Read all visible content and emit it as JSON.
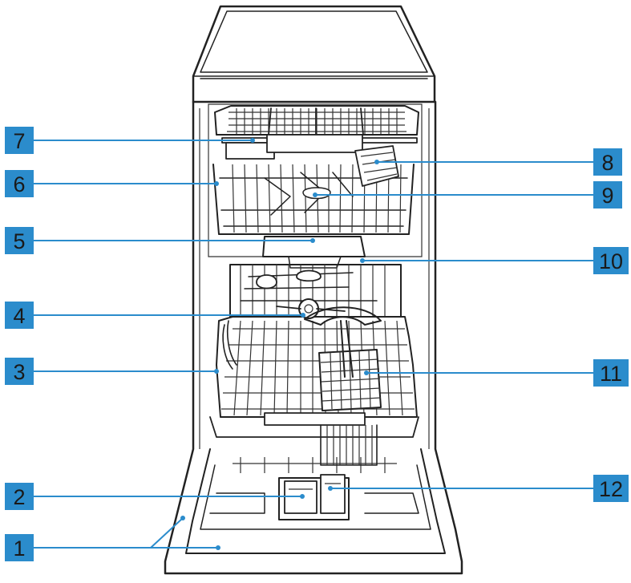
{
  "accent_color": "#2b8ccc",
  "callouts": [
    {
      "number": "1"
    },
    {
      "number": "2"
    },
    {
      "number": "3"
    },
    {
      "number": "4"
    },
    {
      "number": "5"
    },
    {
      "number": "6"
    },
    {
      "number": "7"
    },
    {
      "number": "8"
    },
    {
      "number": "9"
    },
    {
      "number": "10"
    },
    {
      "number": "11"
    },
    {
      "number": "12"
    }
  ]
}
